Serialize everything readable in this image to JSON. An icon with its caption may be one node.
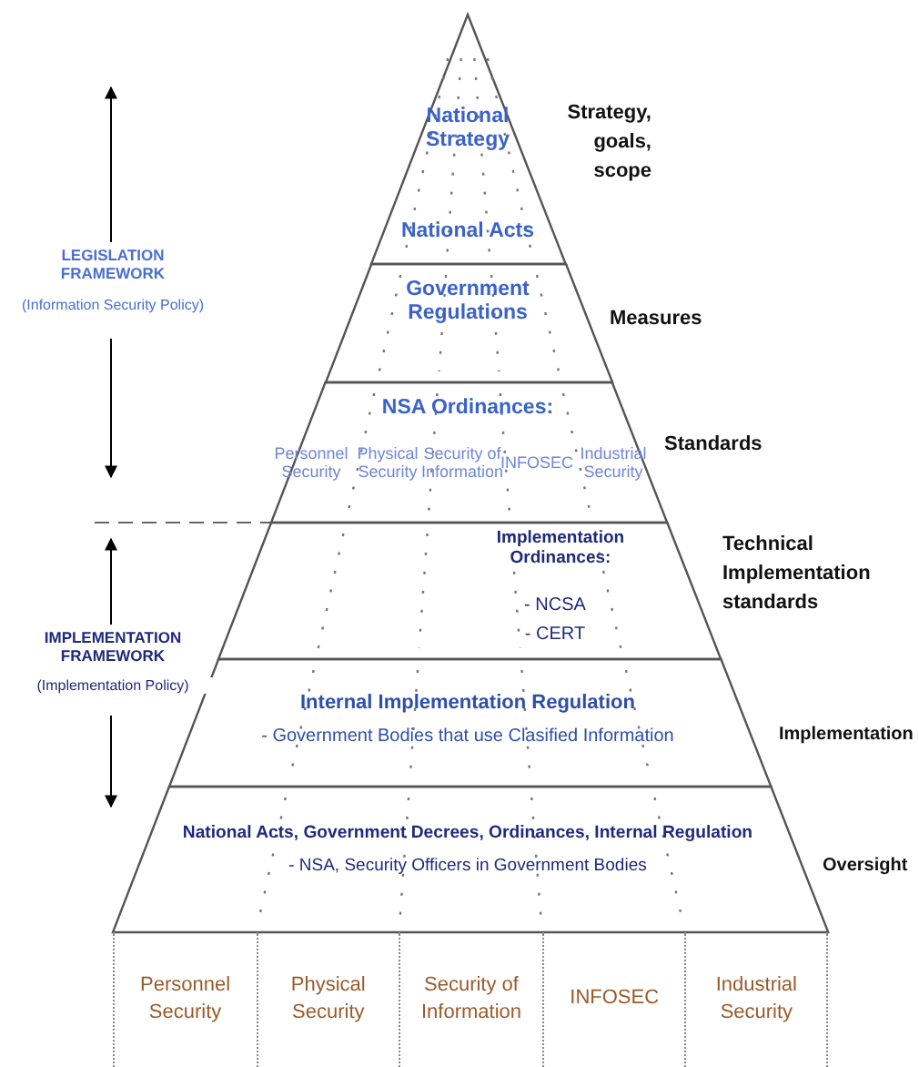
{
  "diagram": {
    "nodes": [
      {
        "text": [
          "National Strategy",
          "National Acts"
        ],
        "beside": [
          "Strategy, goals, scope"
        ]
      },
      {
        "text": [
          "Government Regulations"
        ],
        "beside": [
          "Measures"
        ]
      },
      {
        "text": [
          "NSA Ordinances:",
          "Personnel Security",
          "Physical Security",
          "Security of Information",
          "INFOSEC",
          "Industrial Security"
        ],
        "beside": [
          "Standards"
        ]
      },
      {
        "text": [
          "Implementation Ordinances:",
          "- NCSA",
          "- CERT"
        ],
        "beside": [
          "Technical Implementation standards"
        ]
      },
      {
        "text": [
          "Internal Implementation Regulation",
          "- Government Bodies that use Clasified Information"
        ],
        "beside": [
          "Implementation"
        ]
      },
      {
        "text": [
          "National Acts, Government Decrees, Ordinances, Internal Regulation",
          "- NSA, Security Officers in Government Bodies"
        ],
        "beside": [
          "Oversight"
        ]
      },
      {
        "text": [
          "Personnel Security"
        ]
      },
      {
        "text": [
          "Physical Security"
        ]
      },
      {
        "text": [
          "Security of Information"
        ]
      },
      {
        "text": [
          "INFOSEC"
        ]
      },
      {
        "text": [
          "Industrial Security"
        ]
      }
    ],
    "labels": [
      "LEGISLATION FRAMEWORK",
      "(Information Security Policy)",
      "IMPLEMENTATION FRAMEWORK",
      "(Implementation Policy)"
    ]
  }
}
